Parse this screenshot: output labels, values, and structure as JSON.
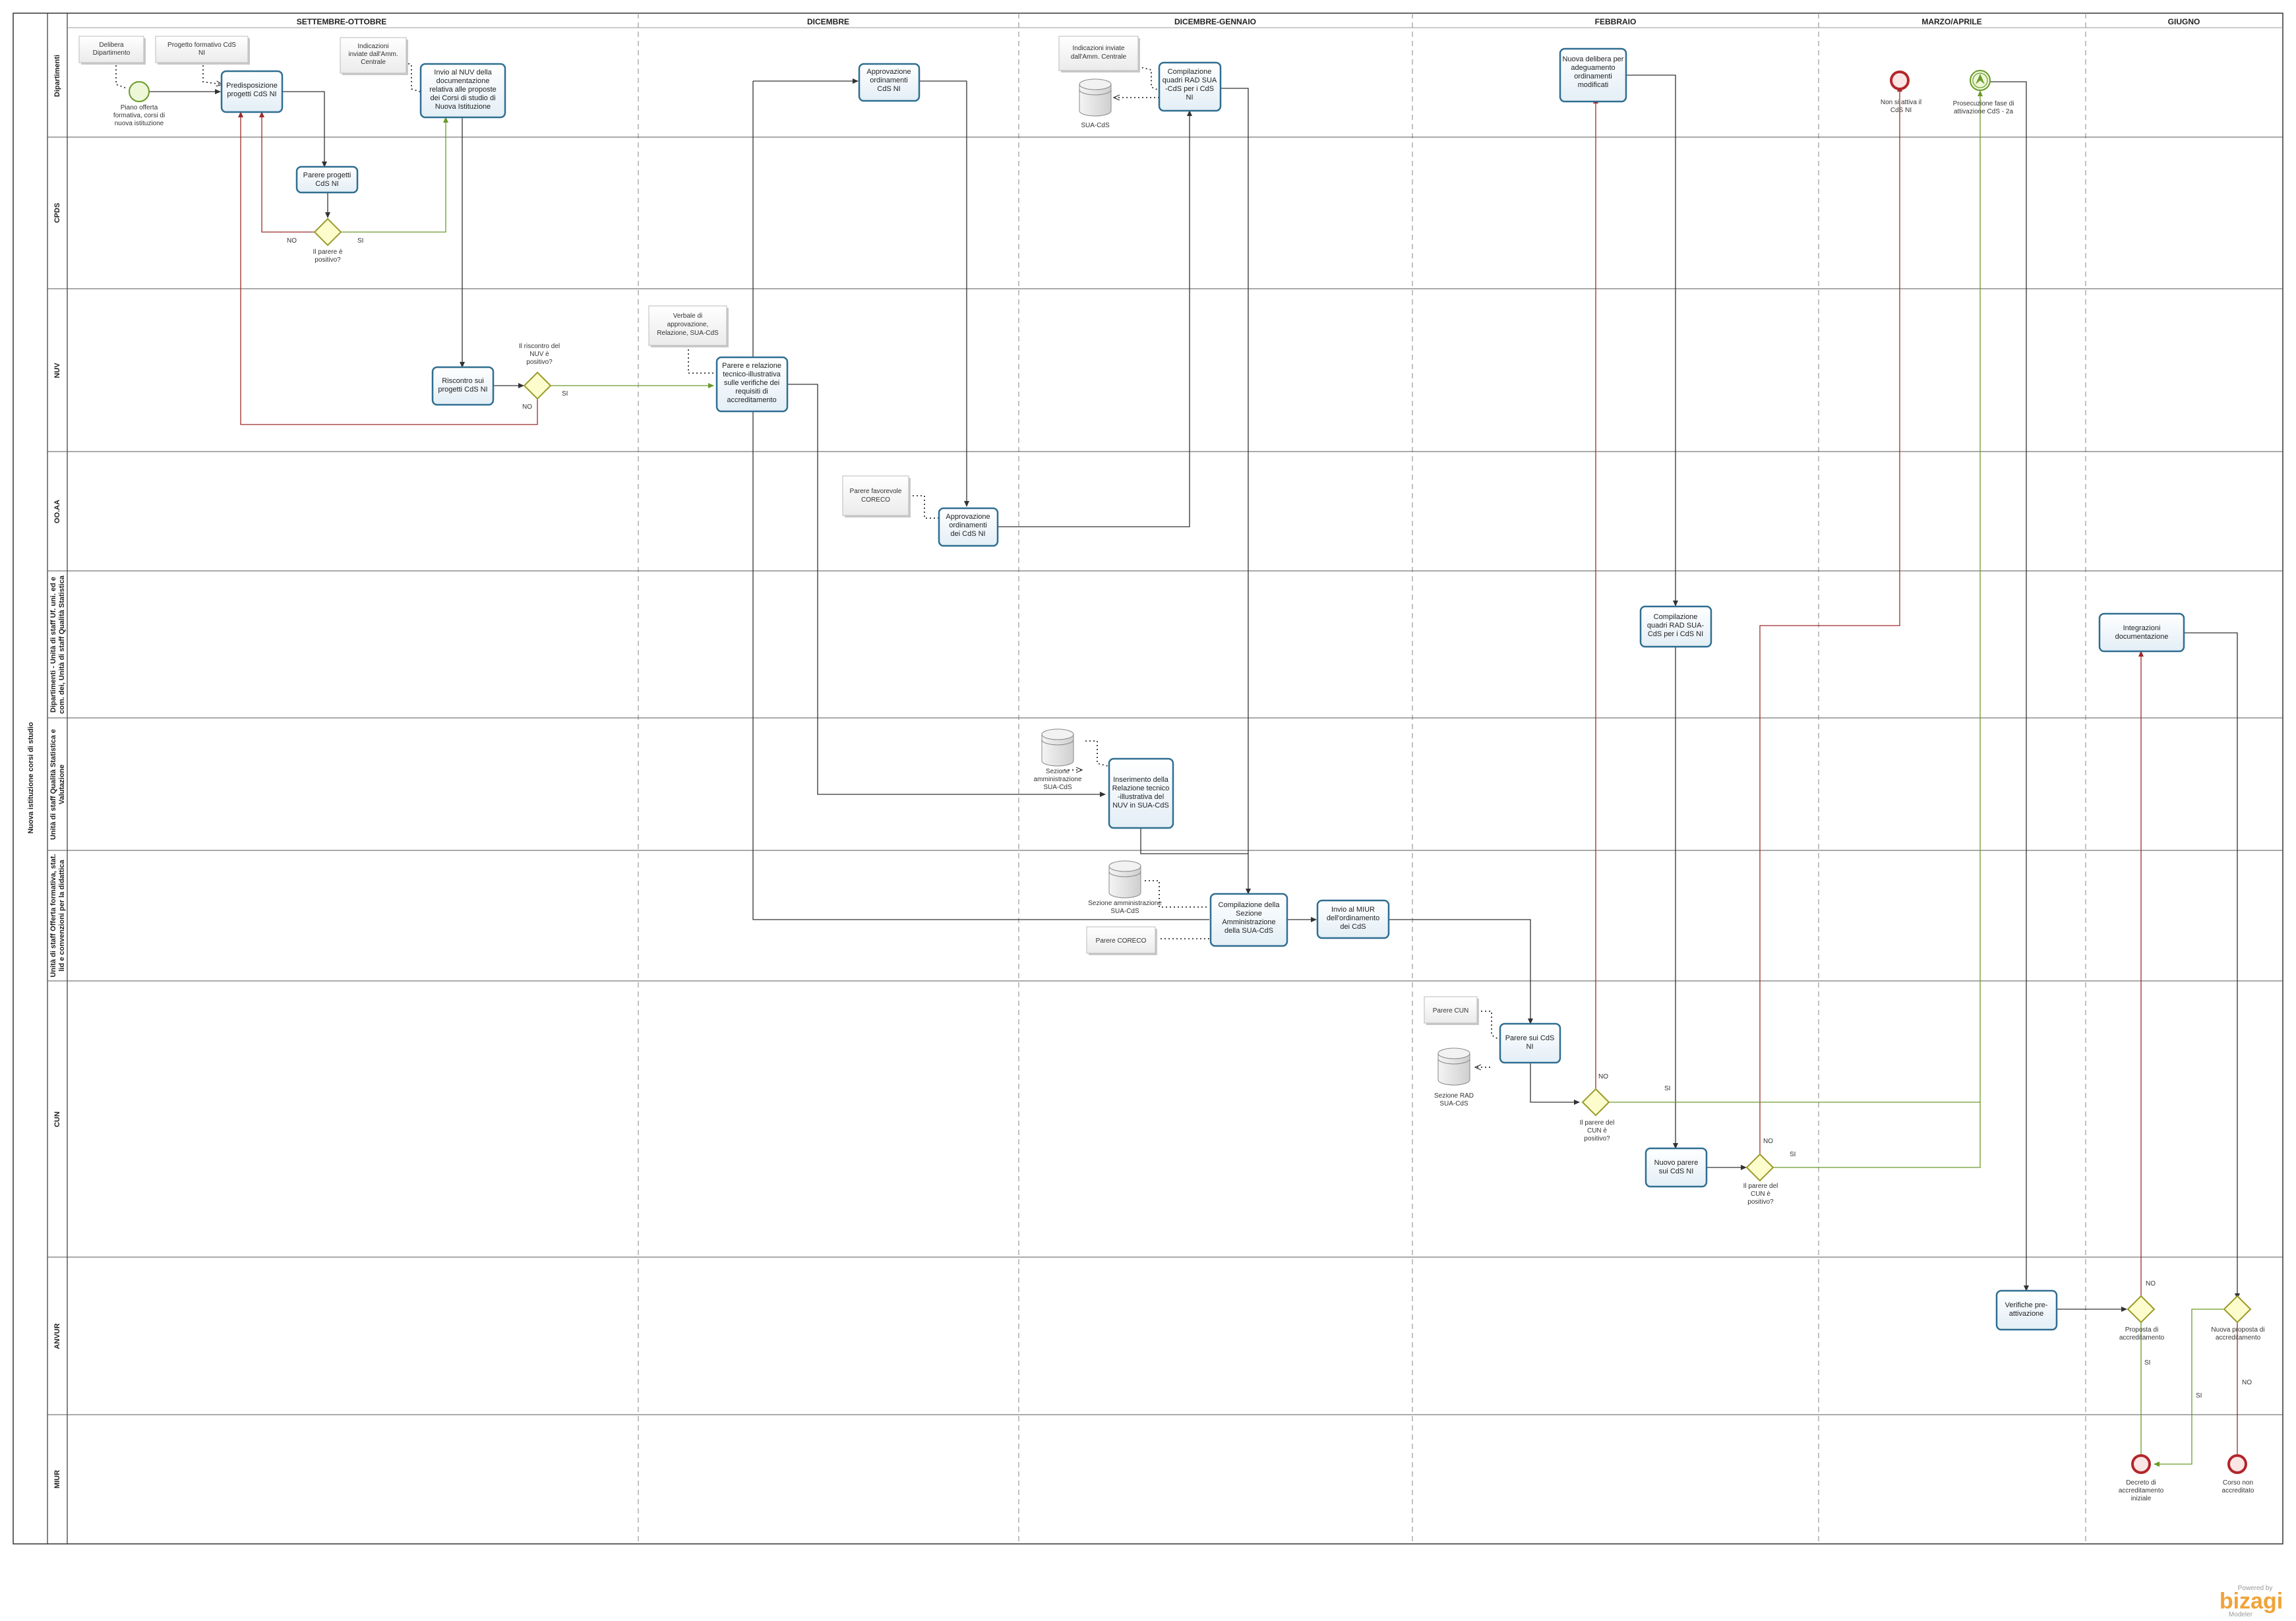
{
  "pool": "Nuova istituzione corsi di studio",
  "phases": [
    "SETTEMBRE-OTTOBRE",
    "DICEMBRE",
    "DICEMBRE-GENNAIO",
    "FEBBRAIO",
    "MARZO/APRILE",
    "GIUGNO"
  ],
  "lanes": [
    [
      "Dipartimenti"
    ],
    [
      "CPDS"
    ],
    [
      "NUV"
    ],
    [
      "OO.AA"
    ],
    [
      "Dipartimenti - Unità di staff Uf. uni. ed e",
      "com. dei, Unità di staff Qualità Statistica"
    ],
    [
      "Unità di staff Qualità Statistica e",
      "Valutazione"
    ],
    [
      "Unità di staff Offerta formativa, stat.",
      "lid e convenzioni per la didattica"
    ],
    [
      "CUN"
    ],
    [
      "ANVUR"
    ],
    [
      "MIUR"
    ]
  ],
  "tasks": {
    "t1": [
      "Predisposizione",
      "progetti CdS NI"
    ],
    "t2": [
      "Parere progetti",
      "CdS NI"
    ],
    "t3": [
      "Invio al NUV della",
      "documentazione",
      "relativa alle proposte",
      "dei Corsi di studio di",
      "Nuova Istituzione"
    ],
    "t4": [
      "Riscontro sui",
      "progetti CdS NI"
    ],
    "t5": [
      "Parere e relazione",
      "tecnico-illustrativa",
      "sulle verifiche dei",
      "requisiti di",
      "accreditamento"
    ],
    "t6": [
      "Approvazione",
      "ordinamenti",
      "CdS NI"
    ],
    "t7": [
      "Approvazione",
      "ordinamenti",
      "dei CdS NI"
    ],
    "t8": [
      "Compilazione",
      "quadri RAD SUA",
      "-CdS per i CdS",
      "NI"
    ],
    "t9": [
      "Inserimento della",
      "Relazione tecnico",
      "-illustrativa del",
      "NUV in SUA-CdS"
    ],
    "t10": [
      "Compilazione della",
      "Sezione",
      "Amministrazione",
      "della SUA-CdS"
    ],
    "t11": [
      "Invio al MIUR",
      "dell'ordinamento",
      "dei CdS"
    ],
    "t12": [
      "Nuova delibera per",
      "adeguamento",
      "ordinamenti",
      "modificati"
    ],
    "t13": [
      "Compilazione",
      "quadri RAD SUA-",
      "CdS per i CdS NI"
    ],
    "t14": [
      "Parere sui CdS",
      "NI"
    ],
    "t15": [
      "Nuovo parere",
      "sui CdS NI"
    ],
    "t16": [
      "Verifiche pre-",
      "attivazione"
    ],
    "t17": [
      "Integrazioni",
      "documentazione"
    ]
  },
  "artifacts": {
    "a1": [
      "Delibera",
      "Dipartimento"
    ],
    "a2": [
      "Progetto formativo CdS",
      "NI"
    ],
    "a3": [
      "Indicazioni",
      "inviate dall'Amm.",
      "Centrale"
    ],
    "a4": [
      "Verbale di",
      "approvazione,",
      "Relazione, SUA-CdS"
    ],
    "a5": [
      "Parere favorevole",
      "CORECO"
    ],
    "a6": [
      "Indicazioni inviate",
      "dall'Amm. Centrale"
    ],
    "a7": [
      "Parere CORECO"
    ],
    "a8": [
      "Parere CUN"
    ]
  },
  "datastores": {
    "d1": [
      "SUA-CdS"
    ],
    "d2": [
      "Sezione",
      "amministrazione",
      "SUA-CdS"
    ],
    "d3": [
      "Sezione amministrazione",
      "SUA-CdS"
    ],
    "d4": [
      "Sezione RAD",
      "SUA-CdS"
    ]
  },
  "gateways": {
    "g1": [
      "Il parere è",
      "positivo?"
    ],
    "g2": [
      "Il riscontro del",
      "NUV è",
      "positivo?"
    ],
    "g3": [
      "Il parere del",
      "CUN è",
      "positivo?"
    ],
    "g4": [
      "Il parere del",
      "CUN è",
      "positivo?"
    ],
    "g5": [
      "Proposta di",
      "accreditamento"
    ],
    "g6": [
      "Nuova proposta di",
      "accreditamento"
    ]
  },
  "events": {
    "start": [
      "Piano offerta",
      "formativa, corsi di",
      "nuova istituzione"
    ],
    "end_not_active": [
      "Non si attiva il",
      "CdS NI"
    ],
    "link": [
      "Prosecuzione fase di",
      "attivazione CdS - 2a"
    ],
    "end_decree": [
      "Decreto di",
      "accreditamento",
      "iniziale"
    ],
    "end_not_accr": [
      "Corso non",
      "accreditato"
    ]
  },
  "flow_labels": {
    "no": "NO",
    "si": "SI"
  },
  "brand": {
    "top": "Powered by",
    "name": "bizagi",
    "bottom": "Modeler"
  },
  "colors": {
    "task_stroke": "#2f6e91",
    "gateway_fill": "#fdfccc",
    "gateway_stroke": "#9a9a2a",
    "start_stroke": "#6a9a2a",
    "end_stroke": "#b3262a",
    "flow_black": "#333333",
    "flow_red": "#9e2a2a",
    "flow_green": "#6a9a2a"
  }
}
